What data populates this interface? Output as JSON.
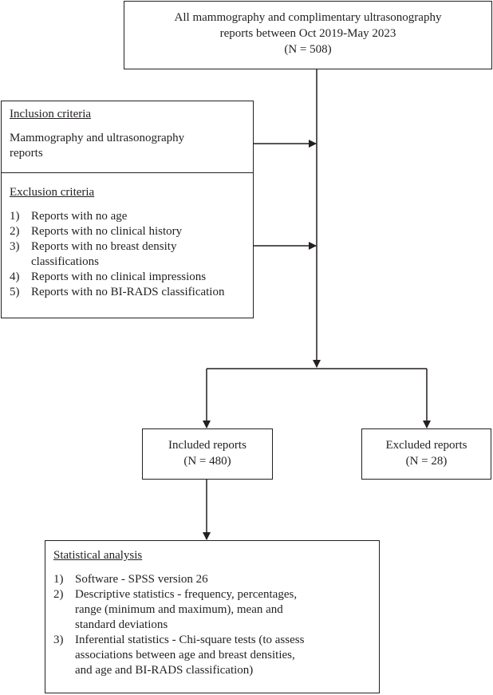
{
  "top_box": {
    "line1": "All mammography and complimentary ultrasonography",
    "line2": "reports between Oct 2019-May 2023",
    "line3": "(N = 508)"
  },
  "inclusion": {
    "heading": "Inclusion criteria",
    "line1": "Mammography and ultrasonography",
    "line2": "reports"
  },
  "exclusion": {
    "heading": "Exclusion criteria",
    "items": [
      {
        "num": "1)",
        "lines": [
          "Reports with no age"
        ]
      },
      {
        "num": "2)",
        "lines": [
          "Reports with no clinical history"
        ]
      },
      {
        "num": "3)",
        "lines": [
          "Reports with no breast density",
          "classifications"
        ]
      },
      {
        "num": "4)",
        "lines": [
          "Reports with no clinical impressions"
        ]
      },
      {
        "num": "5)",
        "lines": [
          "Reports with no BI-RADS classification"
        ]
      }
    ]
  },
  "included": {
    "label": "Included reports",
    "count": "(N = 480)"
  },
  "excluded": {
    "label": "Excluded reports",
    "count": "(N = 28)"
  },
  "analysis": {
    "heading": "Statistical analysis",
    "items": [
      {
        "num": "1)",
        "lines": [
          "Software - SPSS version 26"
        ]
      },
      {
        "num": "2)",
        "lines": [
          "Descriptive statistics - frequency, percentages,",
          "range (minimum and maximum), mean and",
          "standard deviations"
        ]
      },
      {
        "num": "3)",
        "lines": [
          "Inferential statistics - Chi-square tests (to assess",
          "associations between age and breast densities,",
          "and age and BI-RADS classification)"
        ]
      }
    ]
  }
}
